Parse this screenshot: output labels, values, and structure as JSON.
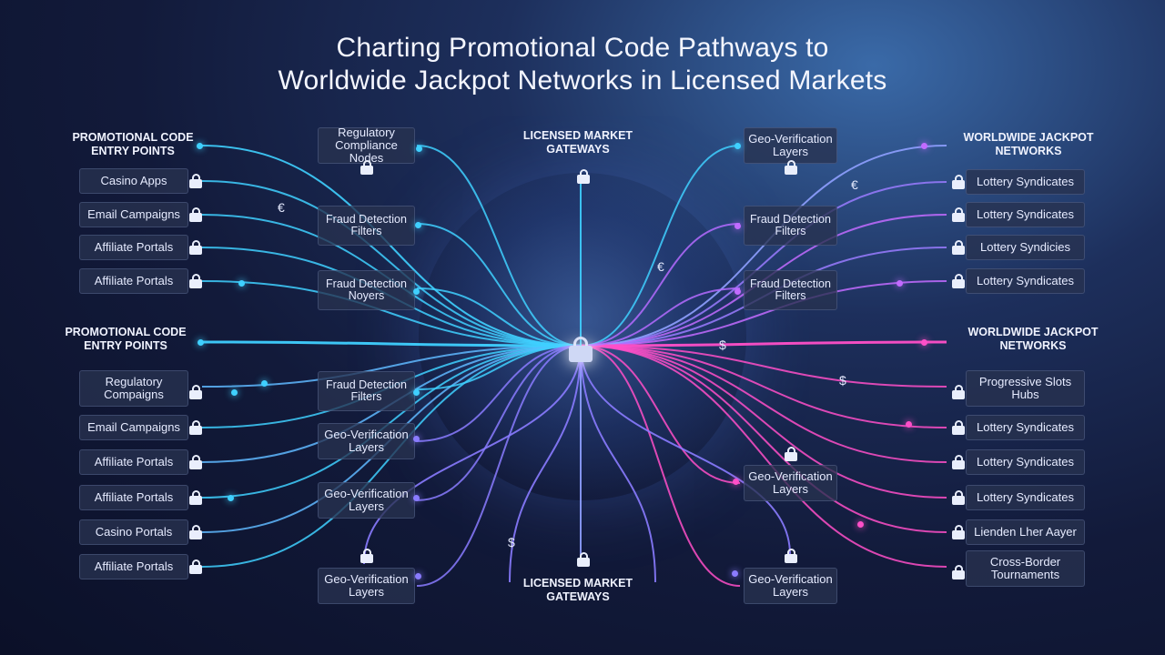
{
  "title_line1": "Charting Promotional Code Pathways to",
  "title_line2": "Worldwide Jackpot Networks in Licensed Markets",
  "headers": {
    "left_top": "PROMOTIONAL CODE ENTRY POINTS",
    "left_mid": "PROMOTIONAL CODE ENTRY POINTS",
    "center_top": "LICENSED MARKET GATEWAYS",
    "center_bottom": "LICENSED MARKET GATEWAYS",
    "right_top": "WORLDWIDE JACKPOT NETWORKS",
    "right_mid": "WORLDWIDE JACKPOT NETWORKS"
  },
  "left_items": [
    "Casino Apps",
    "Email Campaigns",
    "Affiliate Portals",
    "Affiliate Portals",
    "Regulatory Compaigns",
    "Email Campaigns",
    "Affiliate Portals",
    "Affiliate Portals",
    "Casino Portals",
    "Affiliate Portals"
  ],
  "inner_left": [
    "Regulatory Compliance Nodes",
    "Fraud Detection Filters",
    "Fraud Detection Noyers",
    "Fraud Detection Filters",
    "Geo-Verification Layers",
    "Geo-Verification Layers",
    "Geo-Verification Layers"
  ],
  "inner_right": [
    "Geo-Verification Layers",
    "Fraud Detection Filters",
    "Fraud Detection Filters",
    "Geo-Verification Layers",
    "Geo-Verification Layers"
  ],
  "right_items": [
    "Lottery Syndicates",
    "Lottery Syndicates",
    "Lottery Syndicies",
    "Lottery Syndicates",
    "Progressive Slots Hubs",
    "Lottery Syndicates",
    "Lottery Syndicates",
    "Lottery Syndicates",
    "Lienden Lher Aayer",
    "Cross-Border Tournaments"
  ],
  "symbols": [
    "€",
    "€",
    "€",
    "$",
    "$",
    "$"
  ],
  "colors": {
    "cyan": "#3fd0ff",
    "magenta": "#ff4fc8",
    "violet": "#8a7bff"
  }
}
